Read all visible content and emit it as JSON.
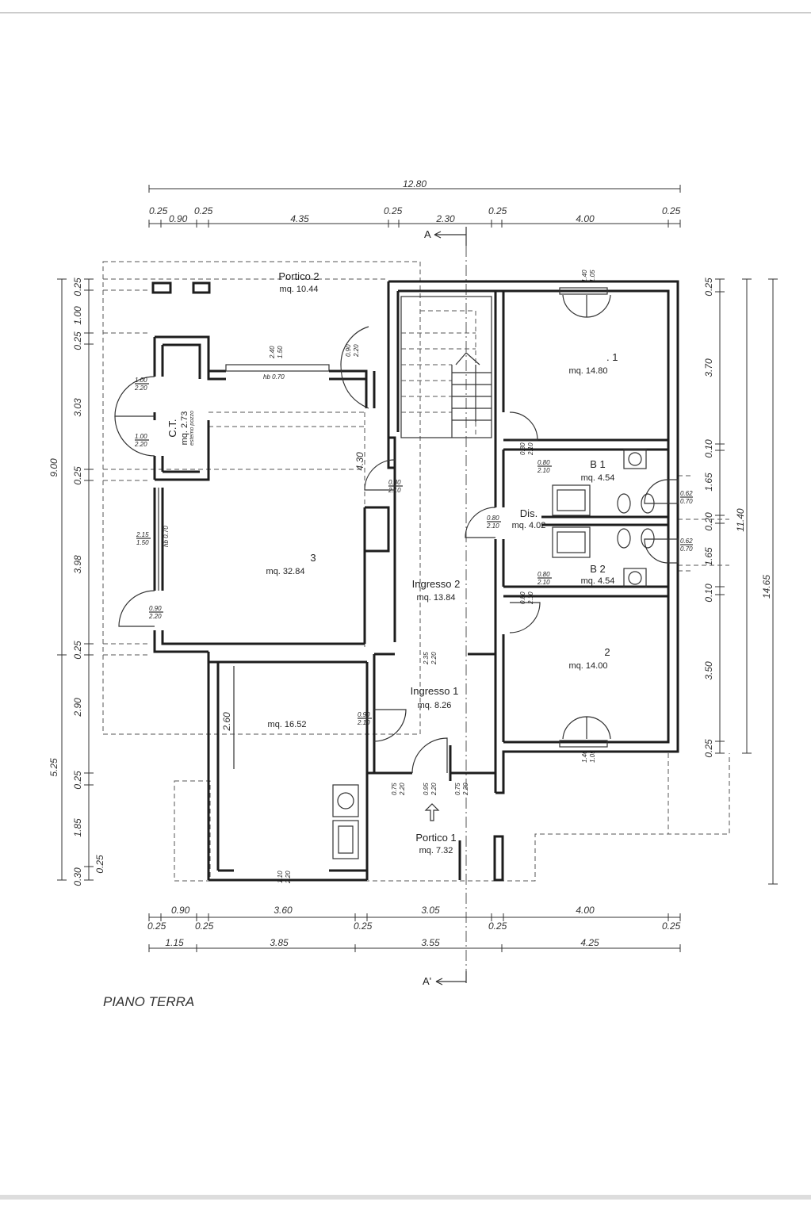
{
  "plan": {
    "title": "PIANO TERRA",
    "rooms": {
      "portico2": {
        "name": "Portico 2",
        "area": "mq. 10.44"
      },
      "ct": {
        "name": "C.T.",
        "area": "mq. 2.73",
        "note": "esterno pozzo"
      },
      "r1": {
        "name": ". 1",
        "area": "mq. 14.80"
      },
      "b1": {
        "name": "B 1",
        "area": "mq. 4.54"
      },
      "dis": {
        "name": "Dis.",
        "area": "mq. 4.02"
      },
      "b2": {
        "name": "B 2",
        "area": "mq. 4.54"
      },
      "r2": {
        "name": "2",
        "area": "mq. 14.00"
      },
      "r3": {
        "name": "3",
        "area": "mq. 32.84"
      },
      "ingresso2": {
        "name": "Ingresso 2",
        "area": "mq. 13.84"
      },
      "ingresso1": {
        "name": "Ingresso 1",
        "area": "mq. 8.26"
      },
      "kitchen": {
        "name": "",
        "area": "mq. 16.52"
      },
      "portico1": {
        "name": "Portico 1",
        "area": "mq. 7.32"
      }
    },
    "section_marks": {
      "top": "A",
      "bottom": "A'"
    },
    "dims_top_total": "12.80",
    "dims_top": [
      "0.25",
      "0.90",
      "0.25",
      "4.35",
      "0.25",
      "2.30",
      "0.25",
      "4.00",
      "0.25"
    ],
    "dims_bottom_1": [
      "0.90",
      "3.60",
      "3.05",
      "4.00"
    ],
    "dims_bottom_2": [
      "0.25",
      "0.25",
      "0.25",
      "0.25",
      "0.25"
    ],
    "dims_bottom_3": [
      "1.15",
      "3.85",
      "3.55",
      "4.25"
    ],
    "dims_left": [
      "0.25",
      "1.00",
      "0.25",
      "3.03",
      "0.25",
      "3.98",
      "0.25",
      "2.90",
      "0.25",
      "1.85",
      "0.30",
      "0.25"
    ],
    "dims_left_total": [
      "9.00",
      "5.25"
    ],
    "dims_right": [
      "0.25",
      "3.70",
      "0.10",
      "1.65",
      "0.20",
      "1.65",
      "0.10",
      "3.50",
      "0.25"
    ],
    "dims_right_total": [
      "11.40",
      "14.65"
    ],
    "door_labels": {
      "d_top_r1": [
        "1.40",
        "1.05"
      ],
      "d_portico_win": [
        "2.40",
        "1.50"
      ],
      "hb1": "hb 0.70",
      "d_090_220_top": [
        "0.90",
        "2.20"
      ],
      "d_ct1": [
        "1.00",
        "2.20"
      ],
      "d_ct2": [
        "1.00",
        "2.20"
      ],
      "d_430": "4.30",
      "d_080_210_a": [
        "0.80",
        "2.10"
      ],
      "d_080_210_b": [
        "0.80",
        "2.10"
      ],
      "d_080_210_c": [
        "0.80",
        "2.10"
      ],
      "d_080_210_d": [
        "0.80",
        "2.10"
      ],
      "d_080_210_e": [
        "0.80",
        "2.10"
      ],
      "d_080_210_f": [
        "0.80",
        "2.10"
      ],
      "d_062_070_a": [
        "0.62",
        "0.70"
      ],
      "d_062_070_b": [
        "0.62",
        "0.70"
      ],
      "d_215_150": [
        "2.15",
        "1.50"
      ],
      "hb2": "hb 0.70",
      "d_090_220_left": [
        "0.90",
        "2.20"
      ],
      "d_235_220": [
        "2.35",
        "2.20"
      ],
      "d_090_210": [
        "0.90",
        "2.10"
      ],
      "d_260": "2.60",
      "d_075_220_a": [
        "0.75",
        "2.20"
      ],
      "d_095_220": [
        "0.95",
        "2.20"
      ],
      "d_075_220_b": [
        "0.75",
        "2.20"
      ],
      "d_110_220": [
        "1.10",
        "2.20"
      ],
      "d_r2_bottom": [
        "1.40",
        "1.05"
      ]
    }
  }
}
